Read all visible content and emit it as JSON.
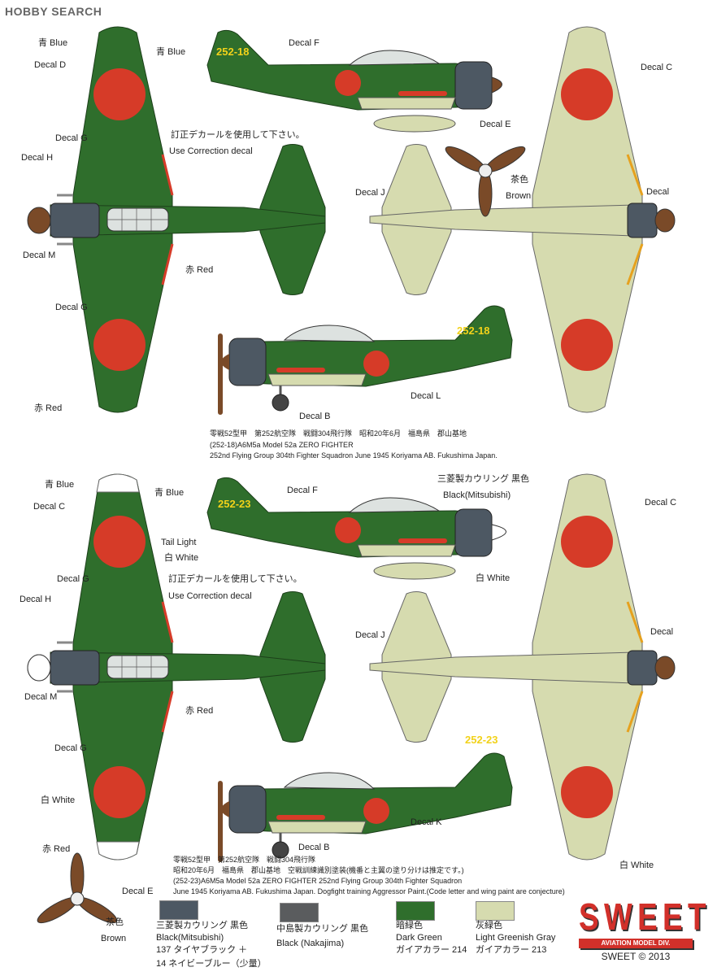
{
  "logo": "HOBBY SEARCH",
  "colors": {
    "dark_green": "#2f6e2c",
    "light_greenish_gray": "#d6dbaf",
    "red": "#d63b28",
    "cowl_mitsubishi": "#4d5863",
    "cowl_nakajima": "#5a5c5e",
    "brown": "#7a4a28",
    "code_yellow": "#f2d21a"
  },
  "panel1": {
    "labels": {
      "blue_a": "青 Blue",
      "decal_d": "Decal D",
      "blue_b": "青 Blue",
      "decal_g1": "Decal G",
      "decal_h": "Decal H",
      "correction_jp": "訂正デカールを使用して下さい。",
      "correction_en": "Use Correction decal",
      "decal_m": "Decal M",
      "red_a": "赤 Red",
      "decal_g2": "Decal G",
      "red_b": "赤 Red",
      "decal_f": "Decal F",
      "decal_e": "Decal E",
      "decal_j": "Decal J",
      "brown_jp": "茶色",
      "brown_en": "Brown",
      "decal_c": "Decal C",
      "decal": "Decal",
      "decal_l": "Decal L",
      "decal_b": "Decal B"
    },
    "code": "252-18",
    "caption": [
      "零戦52型甲　第252航空隊　戦闘304飛行隊　昭和20年6月　福島県　郡山基地",
      "(252-18)A6M5a Model 52a ZERO FIGHTER",
      " 252nd Flying Group 304th Fighter Squadron  June 1945 Koriyama AB. Fukushima Japan."
    ]
  },
  "panel2": {
    "labels": {
      "blue_a": "青 Blue",
      "decal_c1": "Decal C",
      "blue_b": "青 Blue",
      "tail_light": "Tail Light",
      "white_a": "白 White",
      "decal_g1": "Decal G",
      "decal_h": "Decal H",
      "correction_jp": "訂正デカールを使用して下さい。",
      "correction_en": "Use Correction decal",
      "decal_m": "Decal M",
      "red_a": "赤 Red",
      "decal_g2": "Decal G",
      "white_b": "白 White",
      "red_b": "赤 Red",
      "decal_f": "Decal F",
      "cowl_jp": "三菱製カウリング  黒色",
      "cowl_en": "Black(Mitsubishi)",
      "white_c": "白 White",
      "decal_j": "Decal J",
      "decal_c2": "Decal C",
      "decal": "Decal",
      "decal_k": "Decal K",
      "decal_b": "Decal B",
      "white_d": "白 White",
      "decal_e": "Decal E",
      "brown_jp": "茶色",
      "brown_en": "Brown"
    },
    "code": "252-23",
    "caption": [
      "零戦52型甲　第252航空隊　戦闘304飛行隊",
      "昭和20年6月　福島県　郡山基地　空戦訓練識別塗装(機番と主翼の塗り分けは推定です。)",
      "(252-23)A6M5a Model 52a ZERO FIGHTER  252nd Flying Group 304th Fighter Squadron",
      "June 1945 Koriyama AB. Fukushima Japan. Dogfight training Aggressor Paint.(Code letter and wing paint are conjecture)"
    ]
  },
  "legend": [
    {
      "color": "#4d5863",
      "lines": [
        "三菱製カウリング  黒色",
        "Black(Mitsubishi)",
        "137 タイヤブラック ＋",
        "14 ネイビーブルー（少量）"
      ]
    },
    {
      "color": "#5a5c5e",
      "lines": [
        "中島製カウリング  黒色",
        "Black (Nakajima)"
      ]
    },
    {
      "color": "#2f6e2c",
      "lines": [
        "暗緑色",
        "Dark Green",
        "ガイアカラー 214"
      ]
    },
    {
      "color": "#d6dbaf",
      "lines": [
        "灰緑色",
        "Light Greenish Gray",
        "ガイアカラー 213"
      ]
    }
  ],
  "brand": {
    "name": "SWEET",
    "division": "AVIATION MODEL DIV.",
    "copyright": "SWEET © 2013"
  }
}
